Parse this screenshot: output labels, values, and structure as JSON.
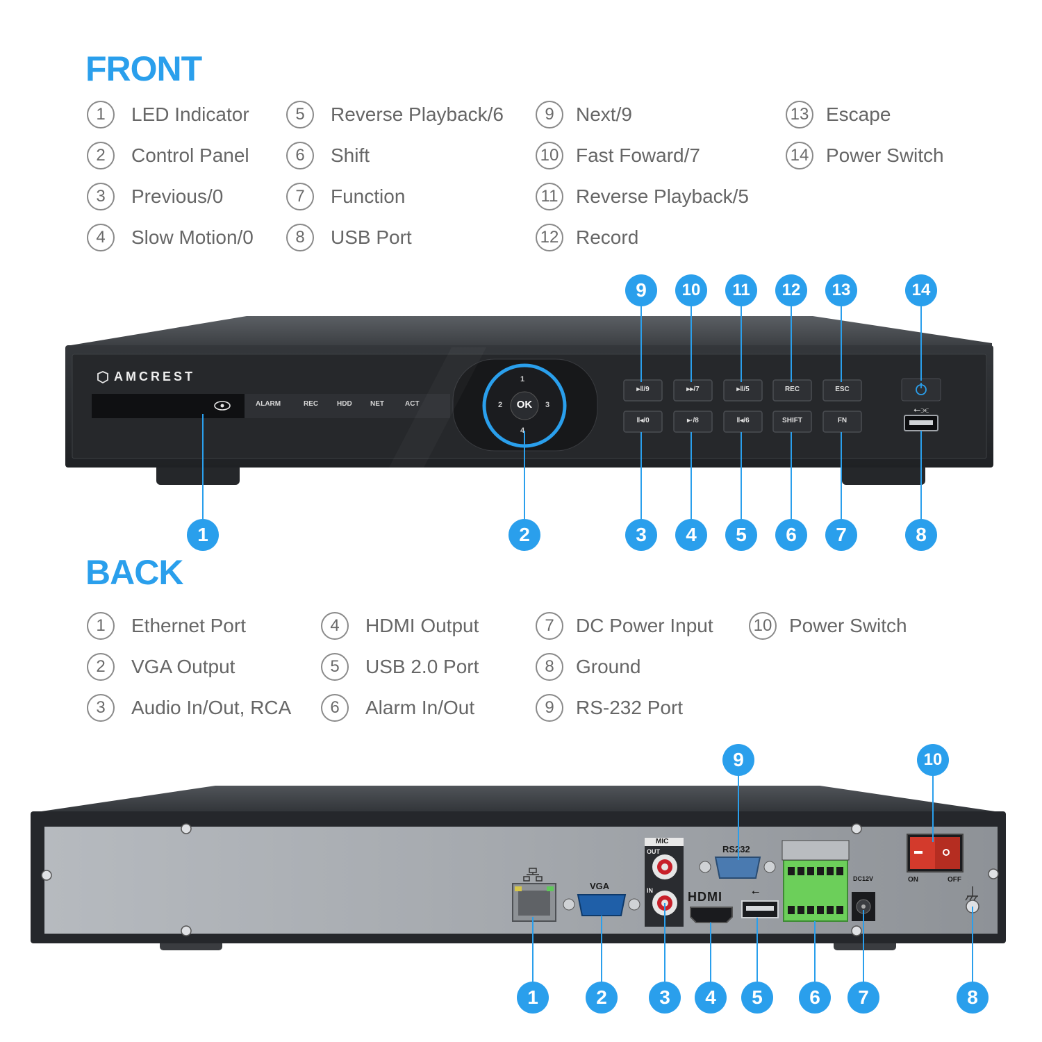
{
  "front": {
    "title": "FRONT",
    "legend": [
      {
        "num": "1",
        "label": "LED Indicator"
      },
      {
        "num": "2",
        "label": "Control Panel"
      },
      {
        "num": "3",
        "label": "Previous/0"
      },
      {
        "num": "4",
        "label": "Slow Motion/0"
      },
      {
        "num": "5",
        "label": "Reverse Playback/6"
      },
      {
        "num": "6",
        "label": "Shift"
      },
      {
        "num": "7",
        "label": "Function"
      },
      {
        "num": "8",
        "label": "USB Port"
      },
      {
        "num": "9",
        "label": "Next/9"
      },
      {
        "num": "10",
        "label": "Fast Foward/7"
      },
      {
        "num": "11",
        "label": "Reverse Playback/5"
      },
      {
        "num": "12",
        "label": "Record"
      },
      {
        "num": "13",
        "label": "Escape"
      },
      {
        "num": "14",
        "label": "Power Switch"
      }
    ],
    "brand": "AMCREST",
    "indicators": [
      "ALARM",
      "REC",
      "HDD",
      "NET",
      "ACT"
    ],
    "dpad": {
      "ok": "OK",
      "up": "1",
      "left": "2",
      "right": "3",
      "down": "4"
    },
    "buttons_top": [
      "▸‖/9",
      "▸▸/7",
      "▸‖/5",
      "REC",
      "ESC"
    ],
    "buttons_bottom": [
      "‖◂/0",
      "▸·/8",
      "‖◂/6",
      "SHIFT",
      "FN"
    ]
  },
  "back": {
    "title": "BACK",
    "legend": [
      {
        "num": "1",
        "label": "Ethernet Port"
      },
      {
        "num": "2",
        "label": "VGA Output"
      },
      {
        "num": "3",
        "label": "Audio In/Out, RCA"
      },
      {
        "num": "4",
        "label": "HDMI Output"
      },
      {
        "num": "5",
        "label": "USB 2.0 Port"
      },
      {
        "num": "6",
        "label": "Alarm In/Out"
      },
      {
        "num": "7",
        "label": "DC Power Input"
      },
      {
        "num": "8",
        "label": "Ground"
      },
      {
        "num": "9",
        "label": "RS-232 Port"
      },
      {
        "num": "10",
        "label": "Power Switch"
      }
    ],
    "port_labels": {
      "vga": "VGA",
      "mic": "MIC",
      "out": "OUT",
      "in": "IN",
      "rs232": "RS232",
      "hdmi": "HDMI",
      "dc": "DC12V",
      "on": "ON",
      "off": "OFF"
    }
  },
  "colors": {
    "accent": "#2a9fec",
    "device": "#2b2d30",
    "panel": "#9fa3a8"
  }
}
